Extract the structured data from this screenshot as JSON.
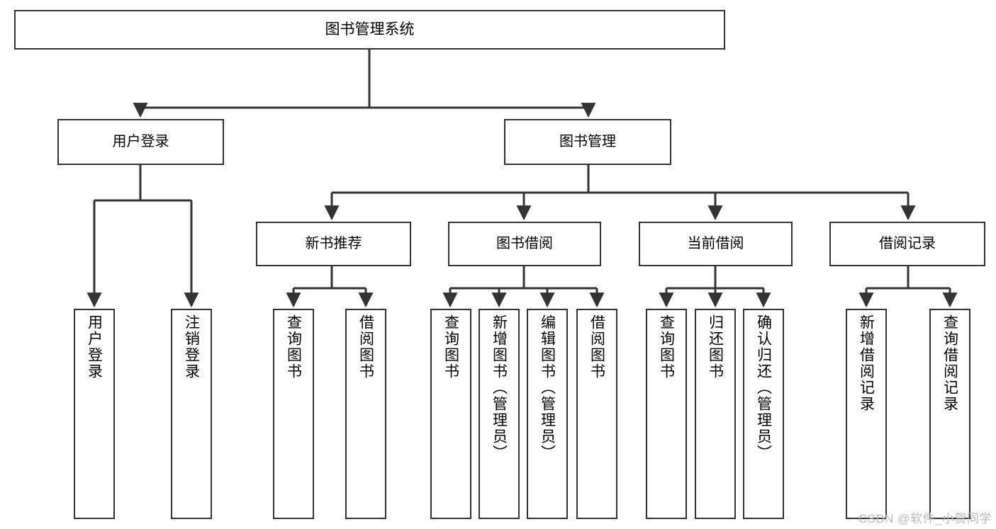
{
  "diagram": {
    "type": "tree-hierarchy-chart",
    "title": "图书管理系统",
    "watermark": "CSDN @软件_小贺同学",
    "colors": {
      "box_border": "#333333",
      "box_fill": "#ffffff",
      "connector": "#333333",
      "text": "#000000",
      "watermark": "#b9b9b9",
      "page_background": "#ffffff"
    },
    "root": {
      "label": "图书管理系统"
    },
    "level2": [
      {
        "label": "用户登录"
      },
      {
        "label": "图书管理"
      }
    ],
    "level3": [
      {
        "label": "新书推荐"
      },
      {
        "label": "图书借阅"
      },
      {
        "label": "当前借阅"
      },
      {
        "label": "借阅记录"
      }
    ],
    "leaves": {
      "user_login": [
        {
          "label": "用户登录"
        },
        {
          "label": "注销登录"
        }
      ],
      "new_book_recommend": [
        {
          "label": "查询图书"
        },
        {
          "label": "借阅图书"
        }
      ],
      "book_borrow": [
        {
          "label": "查询图书"
        },
        {
          "label": "新增图书（管理员）"
        },
        {
          "label": "编辑图书（管理员）"
        },
        {
          "label": "借阅图书"
        }
      ],
      "current_borrow": [
        {
          "label": "查询图书"
        },
        {
          "label": "归还图书"
        },
        {
          "label": "确认归还（管理员）"
        }
      ],
      "borrow_record": [
        {
          "label": "新增借阅记录"
        },
        {
          "label": "查询借阅记录"
        }
      ]
    }
  }
}
